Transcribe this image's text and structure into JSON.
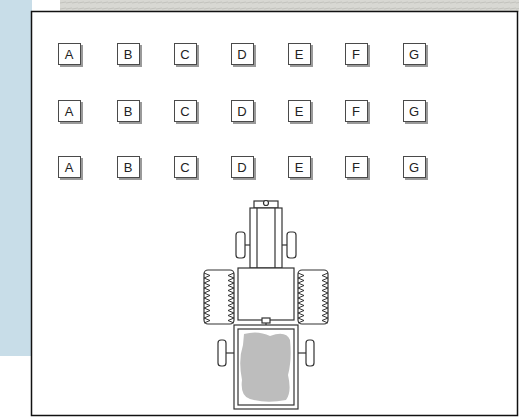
{
  "diagram": {
    "nodes": [
      {
        "text": [
          "A"
        ]
      },
      {
        "text": [
          "B"
        ]
      },
      {
        "text": [
          "C"
        ]
      },
      {
        "text": [
          "D"
        ]
      },
      {
        "text": [
          "E"
        ]
      },
      {
        "text": [
          "F"
        ]
      },
      {
        "text": [
          "G"
        ]
      },
      {
        "text": [
          "A"
        ]
      },
      {
        "text": [
          "B"
        ]
      },
      {
        "text": [
          "C"
        ]
      },
      {
        "text": [
          "D"
        ]
      },
      {
        "text": [
          "E"
        ]
      },
      {
        "text": [
          "F"
        ]
      },
      {
        "text": [
          "G"
        ]
      },
      {
        "text": [
          "A"
        ]
      },
      {
        "text": [
          "B"
        ]
      },
      {
        "text": [
          "C"
        ]
      },
      {
        "text": [
          "D"
        ]
      },
      {
        "text": [
          "E"
        ]
      },
      {
        "text": [
          "F"
        ]
      },
      {
        "text": [
          "G"
        ]
      }
    ],
    "edges": []
  }
}
